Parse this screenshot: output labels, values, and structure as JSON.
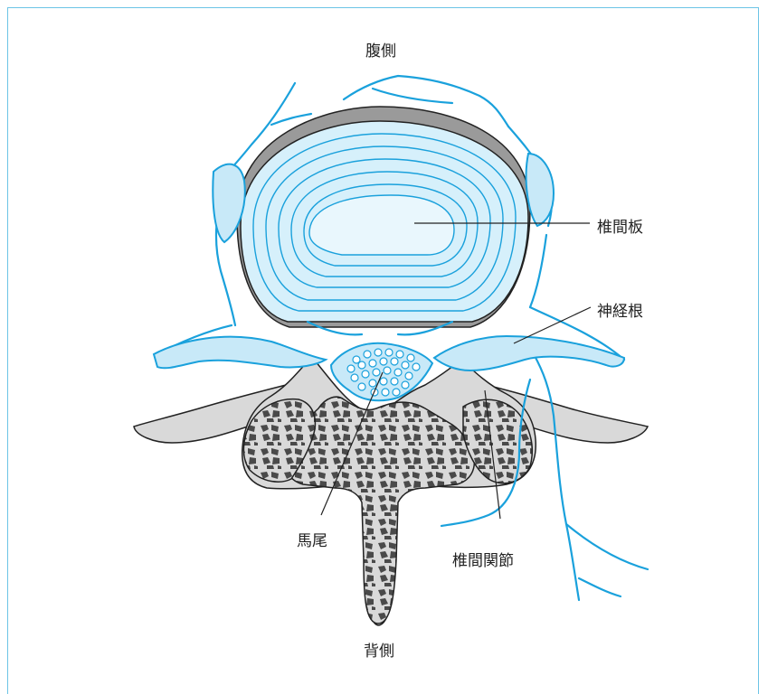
{
  "labels": {
    "ventral": "腹側",
    "dorsal": "背側",
    "disc": "椎間板",
    "nerve_root": "神経根",
    "cauda_equina": "馬尾",
    "facet_joint": "椎間関節"
  },
  "colors": {
    "frame": "#6cc4e6",
    "nerve": "#1aa1dc",
    "nerve_fill": "#c8e9f8",
    "disc_fill": "#d6f0fb",
    "bone_fill": "#d9d9d9",
    "cancellous": "#4a4a4a",
    "annulus_rim": "#9a9a9a"
  }
}
